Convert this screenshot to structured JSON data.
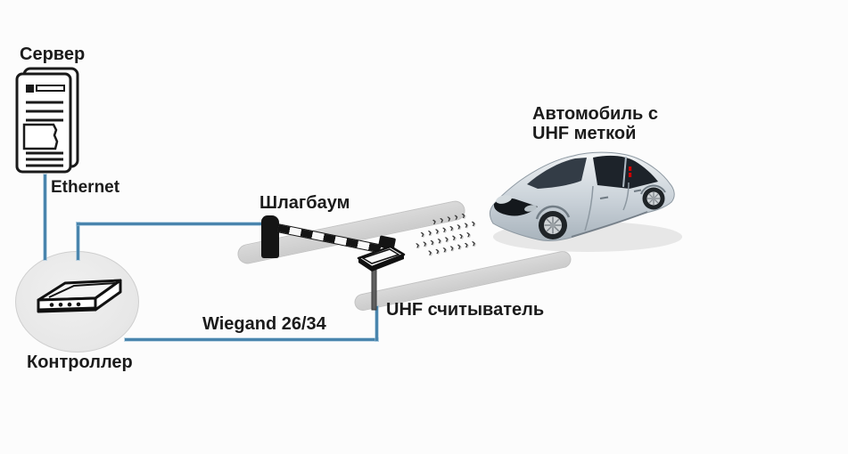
{
  "title": "UHF vehicle access control scheme",
  "colors": {
    "cable_blue": "#4a85ad",
    "road_gray": "#d2d2d2",
    "text": "#1b1b1b",
    "tag_red": "#d10000",
    "background": "#fcfcfc"
  },
  "labels": {
    "server": "Сервер",
    "ethernet": "Ethernet",
    "controller": "Контроллер",
    "barrier": "Шлагбаум",
    "wiegand": "Wiegand 26/34",
    "uhf_reader": "UHF считыватель",
    "car_line1": "Автомобиль с",
    "car_line2": "UHF меткой"
  },
  "waves": {
    "row1": "›››››",
    "row2": "››››››››",
    "row3": "››››››››",
    "row4": "›››››››"
  },
  "icons": {
    "server": "server-tower-icon",
    "controller": "controller-box-icon",
    "barrier": "boom-barrier-icon",
    "reader": "uhf-antenna-icon",
    "car": "car-with-tag-image",
    "waves": "radio-waves-icon"
  }
}
